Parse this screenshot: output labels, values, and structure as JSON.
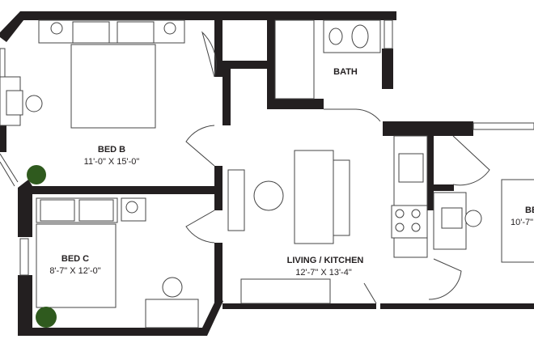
{
  "rooms": [
    {
      "name": "BED B",
      "dimensions": "11'-0\" X 15'-0\""
    },
    {
      "name": "BED C",
      "dimensions": "8'-7\" X 12'-0\""
    },
    {
      "name": "BATH",
      "dimensions": ""
    },
    {
      "name": "LIVING / KITCHEN",
      "dimensions": "12'-7\" X 13'-4\""
    },
    {
      "name": "BE",
      "dimensions": "10'-7\""
    }
  ],
  "colors": {
    "wall": "#231f20",
    "line": "#444444",
    "plant": "#2f5a1e",
    "background": "#ffffff"
  }
}
